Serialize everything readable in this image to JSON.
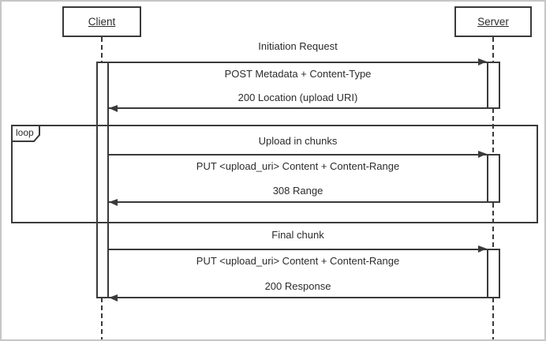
{
  "diagram": {
    "type": "uml-sequence-diagram",
    "participants": [
      {
        "label": "Client"
      },
      {
        "label": "Server"
      }
    ],
    "loop_frame": {
      "label": "loop"
    },
    "sections": [
      {
        "title": "Initiation Request",
        "request": "POST Metadata + Content-Type",
        "response": "200 Location (upload URI)"
      },
      {
        "title": "Upload in chunks",
        "request": "PUT <upload_uri> Content + Content-Range",
        "response": "308 Range"
      },
      {
        "title": "Final chunk",
        "request": "PUT <upload_uri> Content + Content-Range",
        "response": "200 Response"
      }
    ],
    "colors": {
      "line": "#3a3a3a",
      "text": "#2b2b2b",
      "outer_border": "#c6c6c6",
      "background": "#ffffff"
    }
  }
}
